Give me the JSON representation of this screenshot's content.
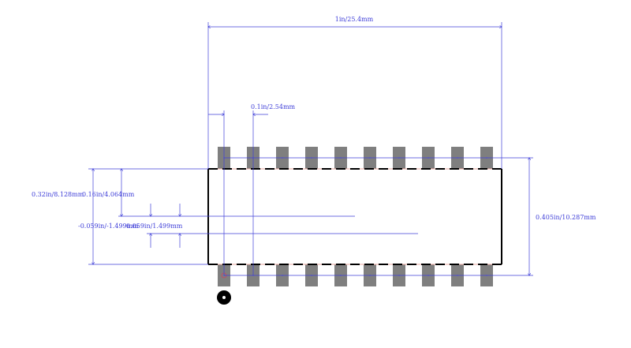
{
  "colors": {
    "dimension": "#3f3fd8",
    "pad": "#7f7f7f",
    "outline": "#000000",
    "silk": "#e8a8a0",
    "marker": "#000000"
  },
  "pins": {
    "count_per_side": 10
  },
  "dimensions": {
    "overall_width": "1in/25.4mm",
    "pitch": "0.1in/2.54mm",
    "body_height": "0.32in/8.128mm",
    "pad_span": "0.16in/4.064mm",
    "overall_height": "0.405in/10.287mm",
    "offset_a": "-0.059in/-1.499mm",
    "offset_b": "0.059in/1.499mm"
  }
}
